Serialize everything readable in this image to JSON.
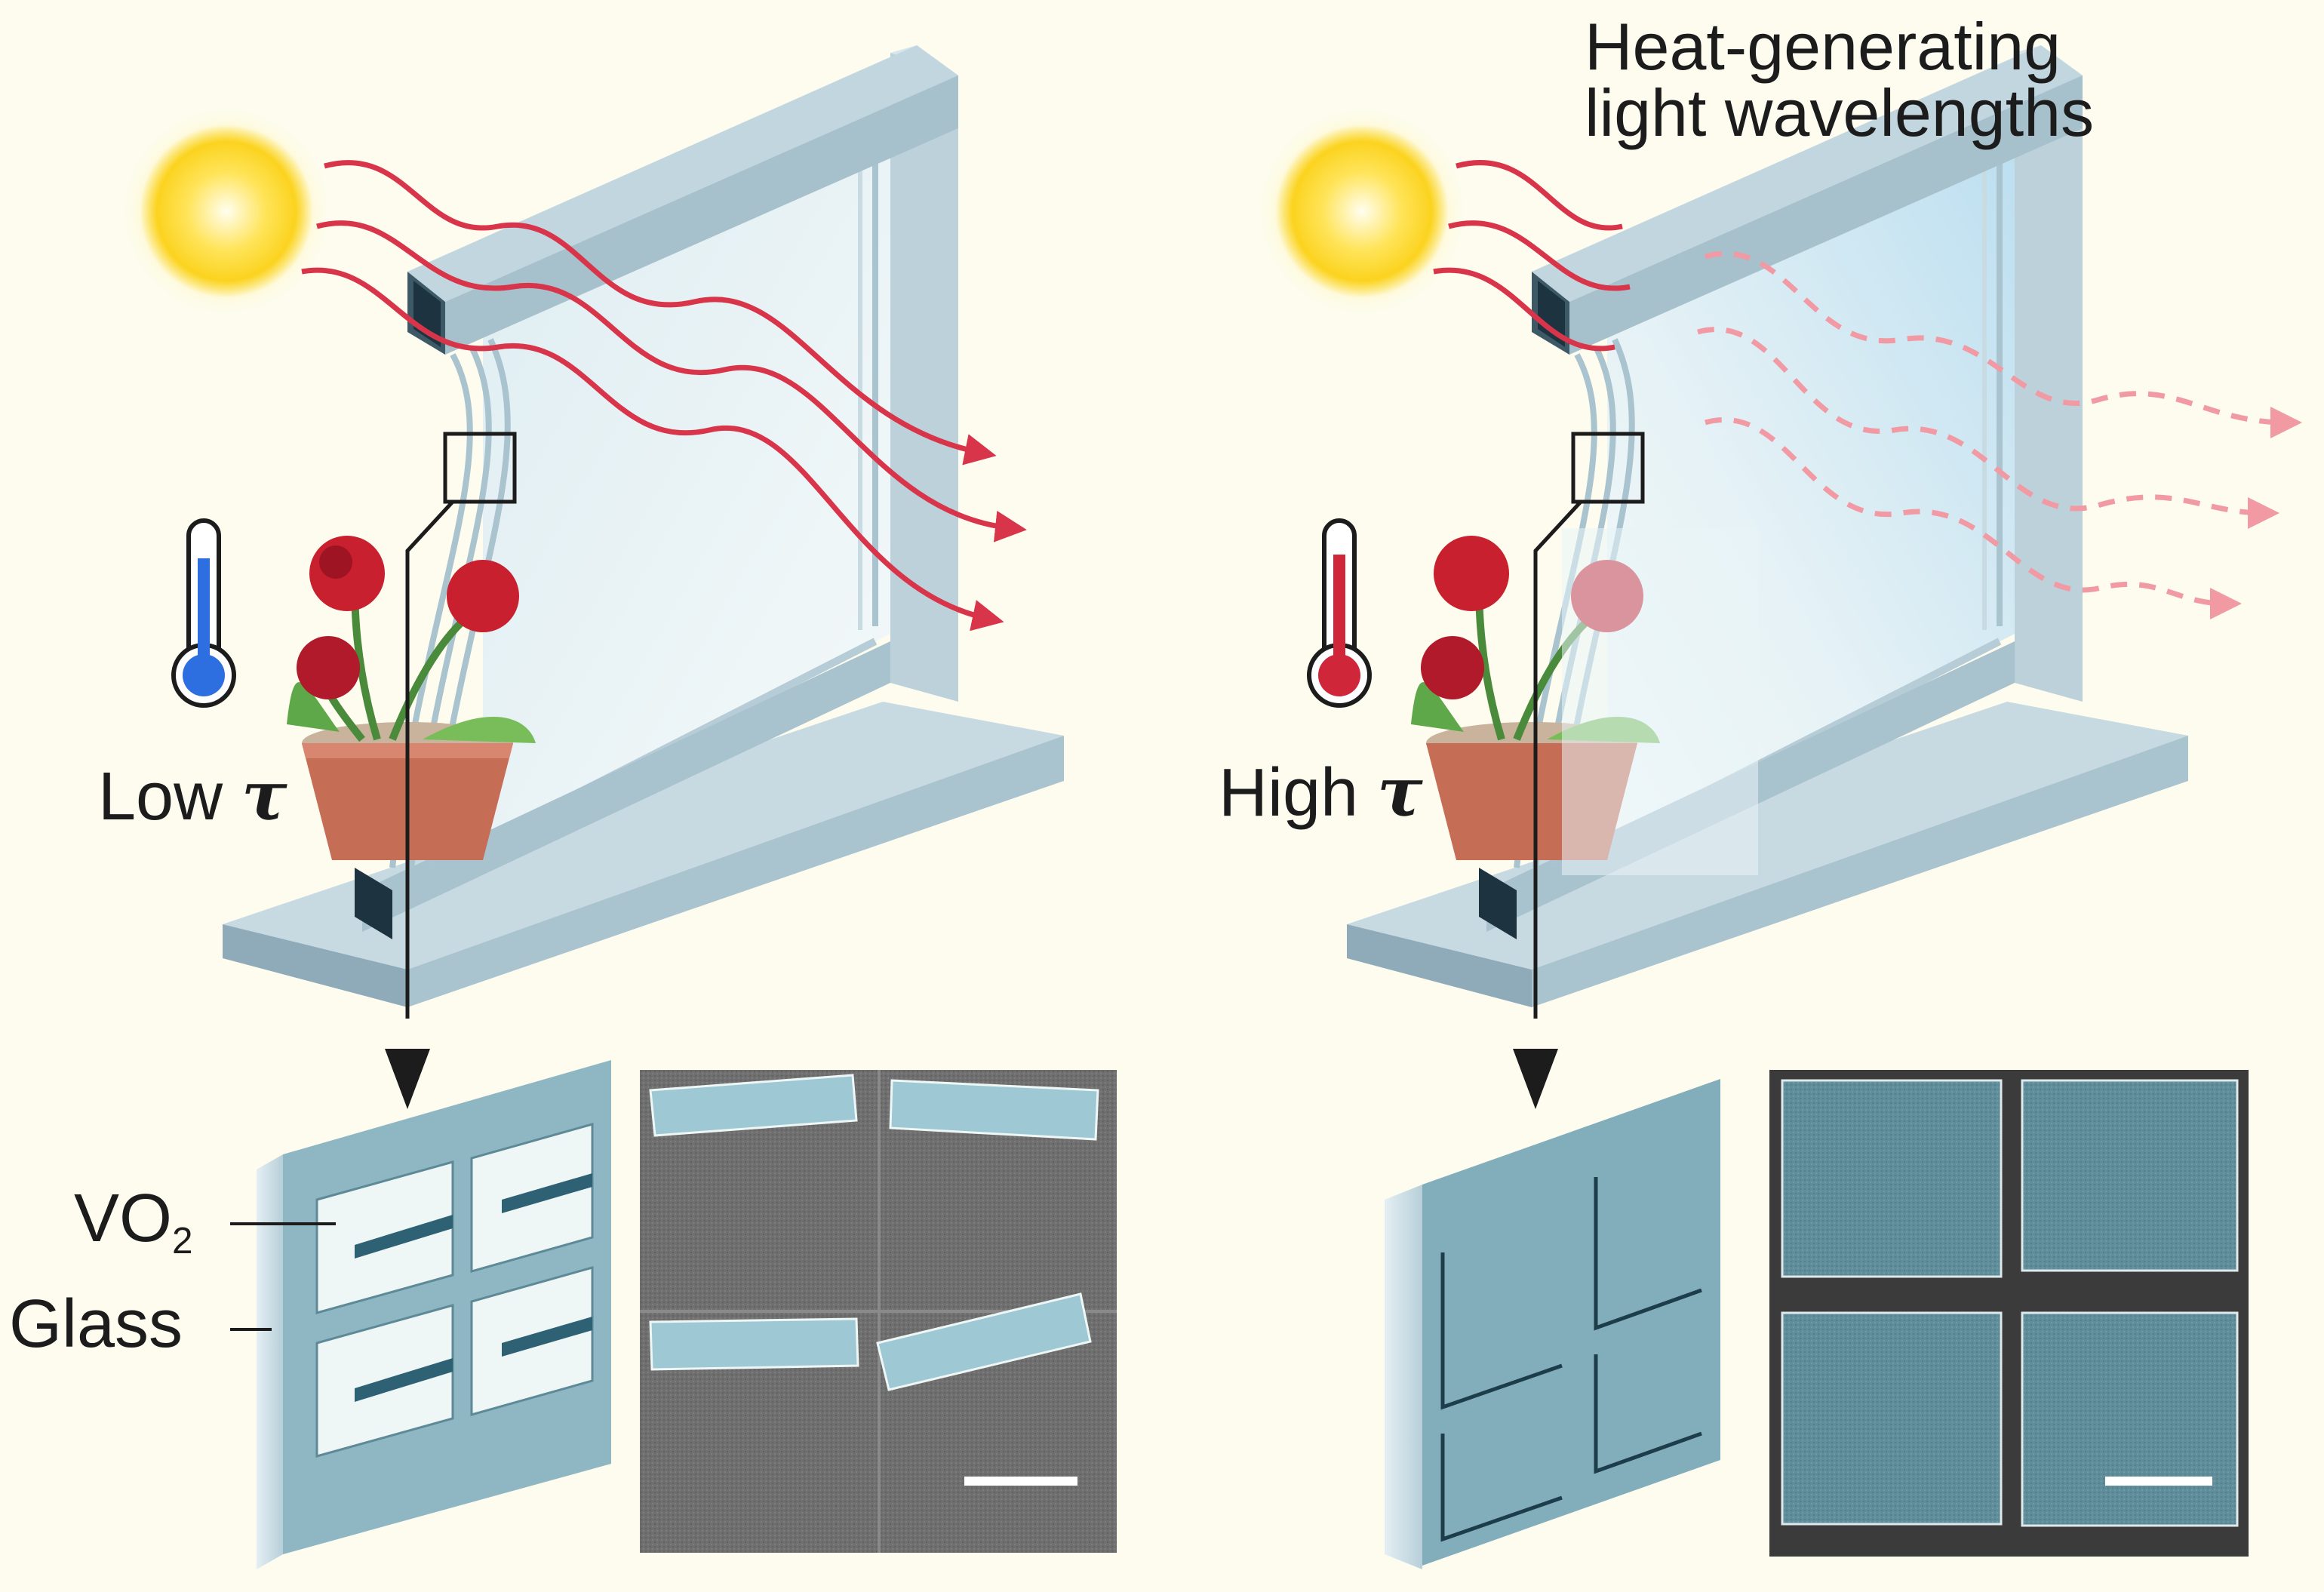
{
  "colors": {
    "background": "#fdfcef",
    "frame_light": "#c6d8e0",
    "frame_mid": "#9fbccb",
    "frame_dark": "#6f8e9e",
    "glass": "#eaf4f7",
    "glass_hot": "#bfe1f1",
    "ray_cold": "#d8344a",
    "ray_hot": "#f19aa4",
    "sun_core": "#ffe45a",
    "sun_glow": "#fff3b0",
    "sem_gray": "#6e6e6e",
    "sem_flake": "#9ec9d4",
    "cold_fluid": "#2d6fe0",
    "hot_fluid": "#d0263a"
  },
  "icons": [
    "sun-icon",
    "thermometer-cold-icon",
    "thermometer-hot-icon",
    "flower-pot-icon",
    "arrow-down-icon"
  ],
  "left_panel": {
    "state_label": "Low ",
    "tau": "τ",
    "layer_vo2": "VO",
    "layer_vo2_sub": "2",
    "layer_glass": "Glass"
  },
  "right_panel": {
    "state_label": "High ",
    "tau": "τ",
    "caption_line1": "Heat-generating",
    "caption_line2": "light wavelengths"
  }
}
